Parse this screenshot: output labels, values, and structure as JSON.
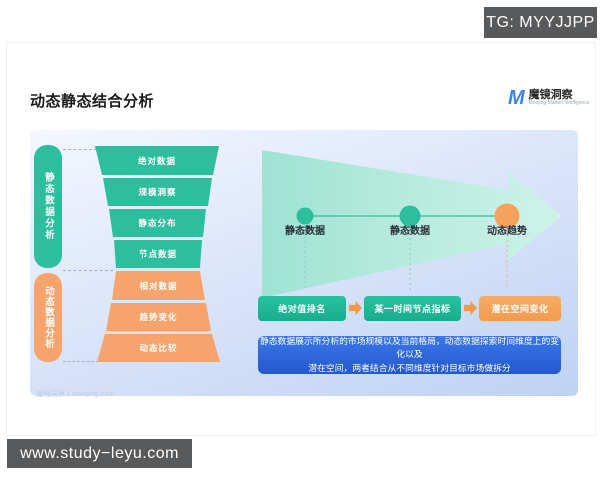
{
  "overlay": {
    "tg_badge": "TG: MYYJJPP",
    "url_badge": "www.study−leyu.com"
  },
  "slide": {
    "title": "动态静态结合分析",
    "logo": {
      "mark": "M",
      "name": "魔镜洞察",
      "subtitle": "Moojing Market Intelligence"
    },
    "footer": "魔镜洞察 | moojing.com",
    "funnel": {
      "static_group_label": "静态数据分析",
      "dynamic_group_label": "动态数据分析",
      "static_items": [
        "绝对数据",
        "规模洞察",
        "静态分布",
        "节点数据"
      ],
      "dynamic_items": [
        "相对数据",
        "趋势变化",
        "动态比较"
      ]
    },
    "timeline": {
      "points": [
        {
          "label": "静态数据",
          "color": "#2dbe9e"
        },
        {
          "label": "静态数据",
          "color": "#2dbe9e"
        },
        {
          "label": "动态趋势",
          "color": "#f5a25f"
        }
      ]
    },
    "process": {
      "steps": [
        {
          "label": "绝对值排名",
          "color": "#1fbf9c"
        },
        {
          "label": "某一时间节点指标",
          "color": "#1fbf9c"
        },
        {
          "label": "潜在空间变化",
          "color": "#f6a45c"
        }
      ]
    },
    "description": {
      "line1": "静态数据展示所分析的市场规模以及当前格局，动态数据探索时间维度上的变化以及",
      "line2": "潜在空间，两者结合从不同维度针对目标市场做拆分"
    }
  },
  "colors": {
    "teal": "#2dbe9e",
    "orange": "#f6a46c",
    "arrow_mint": "#a5e6d6",
    "description_blue": "#2f66d9",
    "badge_gray": "#58595b",
    "panel_top": "#f4f7fe",
    "panel_bottom": "#bed2f3"
  }
}
